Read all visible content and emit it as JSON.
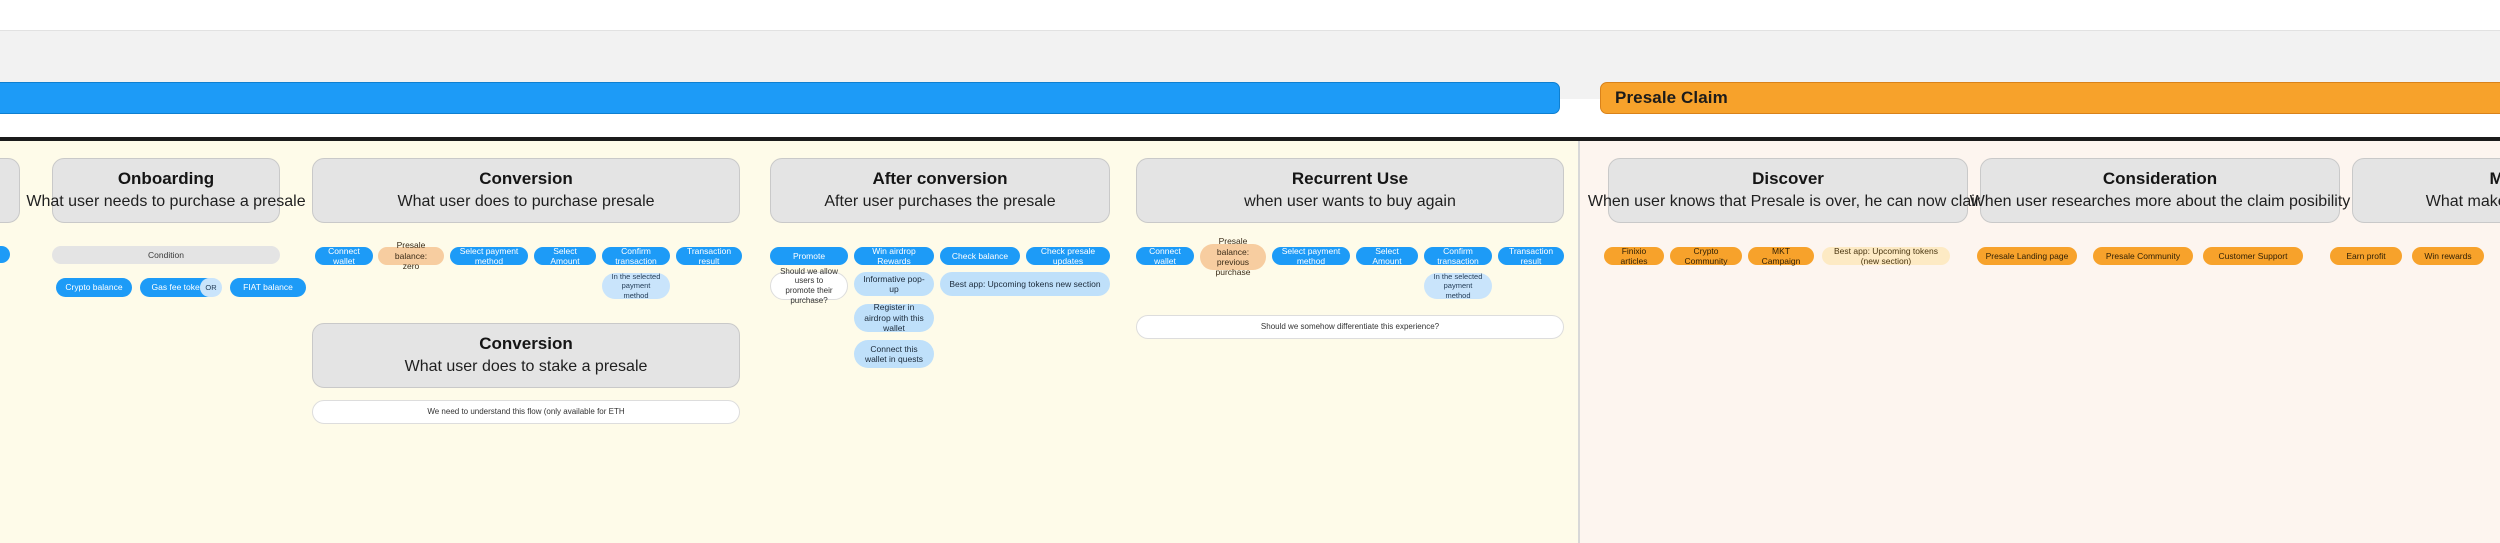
{
  "banners": {
    "left": {
      "label": ""
    },
    "right": {
      "label": "Presale Claim"
    }
  },
  "colors": {
    "blue": "#1d9bf7",
    "light_blue": "#bfe0fa",
    "orange": "#f7a22b",
    "peach": "#f7cda0",
    "cream": "#fdeac4",
    "grey": "#e4e4e4",
    "lane_yellow": "#fefbe9",
    "lane_pink": "#fdf5ef"
  },
  "columns": [
    {
      "id": "onboarding",
      "title": "Onboarding",
      "subtitle": "What user needs to purchase a presale",
      "rows": [
        {
          "id": "condition",
          "label": "Condition"
        },
        {
          "id": "crypto-balance",
          "label": "Crypto balance"
        },
        {
          "id": "gas-fee-token",
          "label": "Gas fee token"
        },
        {
          "id": "or",
          "label": "OR"
        },
        {
          "id": "fiat-balance",
          "label": "FIAT balance"
        }
      ]
    },
    {
      "id": "conversion-purchase",
      "title": "Conversion",
      "subtitle": "What user does to purchase presale",
      "steps": [
        {
          "label": "Connect wallet"
        },
        {
          "label": "Presale balance: zero"
        },
        {
          "label": "Select payment method"
        },
        {
          "label": "Select Amount"
        },
        {
          "label": "Confirm transaction"
        },
        {
          "label": "Transaction result"
        }
      ],
      "note": {
        "label": "In the selected payment method"
      }
    },
    {
      "id": "conversion-stake",
      "title": "Conversion",
      "subtitle": "What user does to stake a presale",
      "note": {
        "label": "We need to understand this flow (only available for ETH"
      }
    },
    {
      "id": "after-conversion",
      "title": "After conversion",
      "subtitle": "After user purchases the presale",
      "steps": [
        {
          "label": "Promote"
        },
        {
          "label": "Win airdrop Rewards"
        },
        {
          "label": "Check balance"
        },
        {
          "label": "Check presale updates"
        }
      ],
      "sub": [
        {
          "label": "Should we allow users to promote their purchase?"
        },
        {
          "label": "Informative pop-up"
        },
        {
          "label": "Register in airdrop with this wallet"
        },
        {
          "label": "Connect this wallet in quests"
        },
        {
          "label": "Best app: Upcoming tokens new section"
        }
      ]
    },
    {
      "id": "recurrent-use",
      "title": "Recurrent Use",
      "subtitle": "when user wants to buy again",
      "steps": [
        {
          "label": "Connect wallet"
        },
        {
          "label": "Presale balance: previous purchase"
        },
        {
          "label": "Select payment method"
        },
        {
          "label": "Select Amount"
        },
        {
          "label": "Confirm transaction"
        },
        {
          "label": "Transaction result"
        }
      ],
      "note": {
        "label": "In the selected payment method"
      },
      "question": {
        "label": "Should we somehow differentiate this experience?"
      }
    },
    {
      "id": "discover",
      "title": "Discover",
      "subtitle": "When user knows that Presale is over, he can now claim",
      "steps": [
        {
          "label": "Finixio articles"
        },
        {
          "label": "Crypto Community"
        },
        {
          "label": "MKT Campaign"
        },
        {
          "label": "Best app: Upcoming tokens (new section)"
        }
      ]
    },
    {
      "id": "consideration",
      "title": "Consideration",
      "subtitle": "When user researches more about the claim posibility",
      "steps": [
        {
          "label": "Presale Landing page"
        },
        {
          "label": "Presale Community"
        },
        {
          "label": "Customer Support"
        }
      ]
    },
    {
      "id": "motivation",
      "title": "Motivation",
      "subtitle": "What makes the user need thi",
      "steps": [
        {
          "label": "Earn profit"
        },
        {
          "label": "Win rewards"
        }
      ]
    }
  ]
}
